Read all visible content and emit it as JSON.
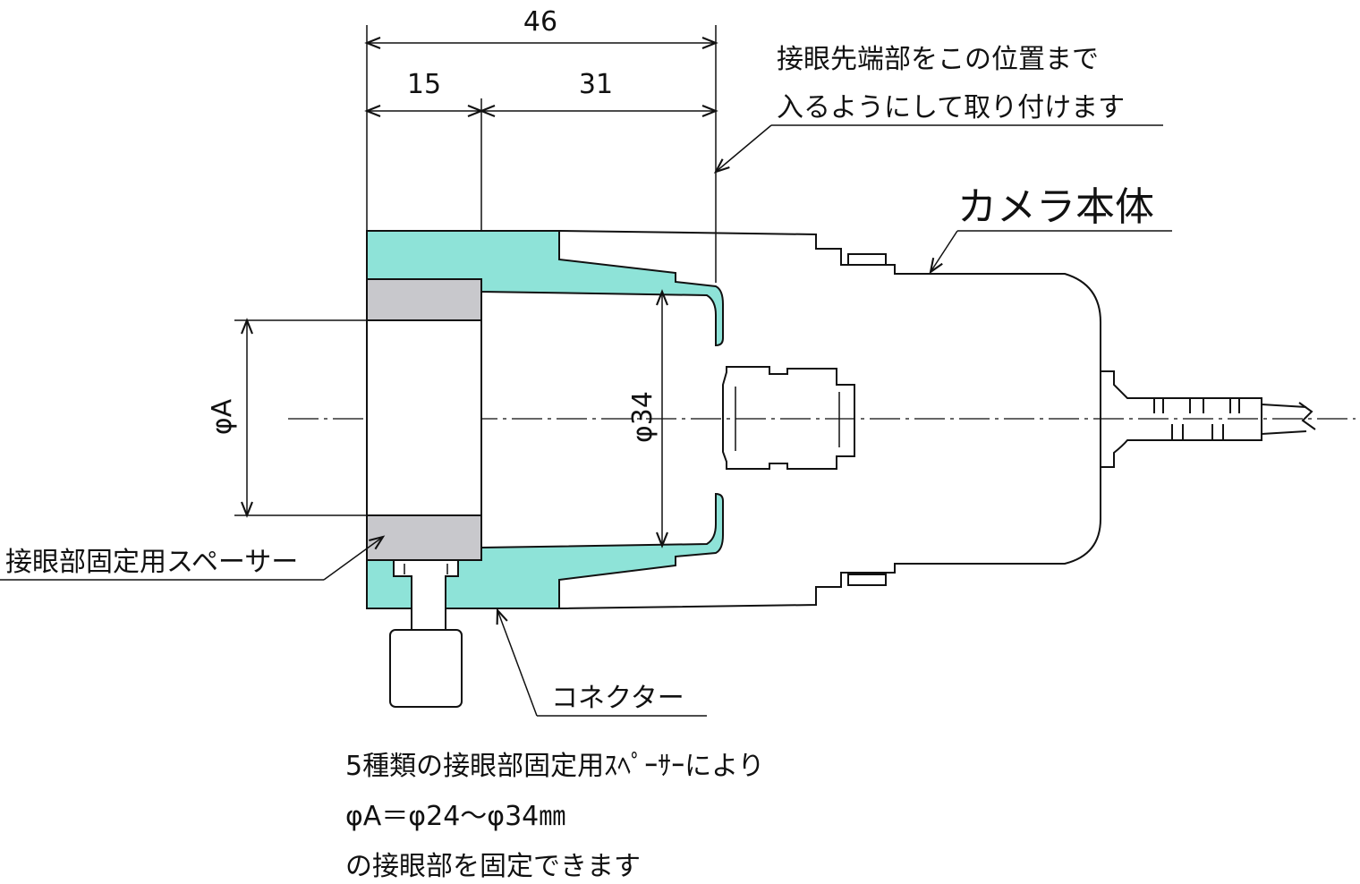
{
  "dimensions": {
    "overall_length": "46",
    "front_length": "15",
    "rear_length": "31",
    "spacer_bore": "φA",
    "adapter_bore": "φ34"
  },
  "labels": {
    "eyepiece_note_line1": "接眼先端部をこの位置まで",
    "eyepiece_note_line2": "入るようにして取り付けます",
    "camera_body": "カメラ本体",
    "spacer": "接眼部固定用スペーサー",
    "connector": "コネクター"
  },
  "bottom_note": {
    "line1": "5種類の接眼部固定用ｽﾍﾟｰｻｰにより",
    "line2": "φA＝φ24～φ34㎜",
    "line3": "の接眼部を固定できます"
  },
  "colors": {
    "adapter_fill": "#8ee3d8",
    "spacer_fill": "#c8c8cc",
    "line": "#111111"
  }
}
